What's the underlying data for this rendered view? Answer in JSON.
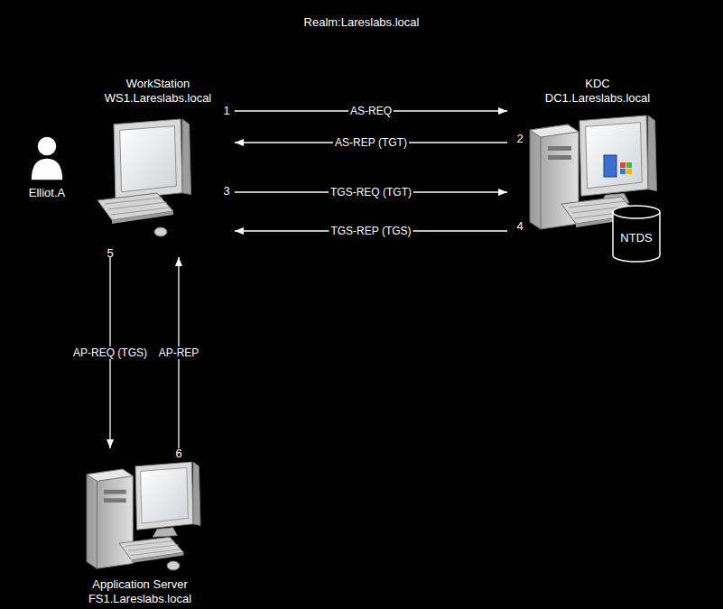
{
  "diagram": {
    "title": "Realm:Lareslabs.local",
    "nodes": [
      {
        "text": [
          "WorkStation",
          "WS1.Lareslabs.local"
        ]
      },
      {
        "text": [
          "Elliot.A"
        ]
      },
      {
        "text": [
          "KDC",
          "DC1.Lareslabs.local"
        ]
      },
      {
        "text": [
          "NTDS"
        ]
      },
      {
        "text": [
          "Application Server",
          "FS1.Lareslabs.local"
        ]
      }
    ],
    "edges": [
      {
        "from": 0,
        "to": 2,
        "label": "AS-REQ",
        "arrow": "to"
      },
      {
        "from": 2,
        "to": 0,
        "label": "AS-REP (TGT)",
        "arrow": "to"
      },
      {
        "from": 0,
        "to": 2,
        "label": "TGS-REQ (TGT)",
        "arrow": "to"
      },
      {
        "from": 2,
        "to": 0,
        "label": "TGS-REP (TGS)",
        "arrow": "to"
      },
      {
        "from": 0,
        "to": 4,
        "label": "AP-REQ (TGS)",
        "arrow": "to"
      },
      {
        "from": 4,
        "to": 0,
        "label": "AP-REP",
        "arrow": "to"
      }
    ],
    "labels": [
      "1",
      "2",
      "3",
      "4",
      "5",
      "6"
    ]
  }
}
